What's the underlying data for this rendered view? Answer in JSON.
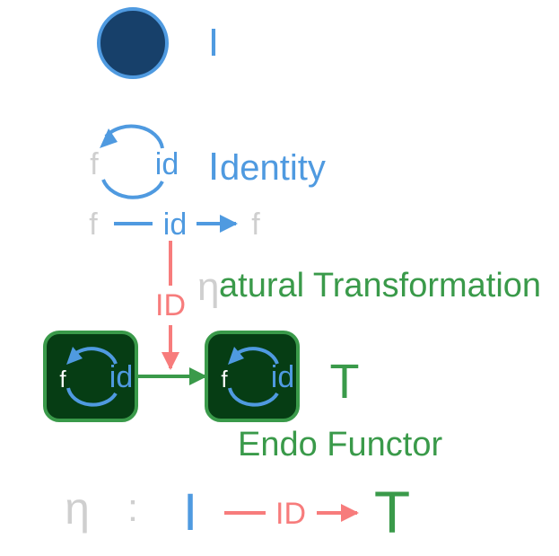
{
  "colors": {
    "blue": "#4f9ae0",
    "dark_blue_fill": "#17406a",
    "gray": "#cfcfcf",
    "salmon": "#f77c7c",
    "green": "#3a9a4a",
    "dark_green_fill": "#063d14",
    "white": "#ffffff"
  },
  "top": {
    "label": "I"
  },
  "identity": {
    "loop_source": "f",
    "loop_label": "id",
    "title_initial": "I",
    "title_rest": "dentity"
  },
  "morphism_row": {
    "source": "f",
    "label": "id",
    "target": "f"
  },
  "vertical_arrow": {
    "label": "ID"
  },
  "natural_transformation": {
    "symbol": "η",
    "title_rest": "atural Transformation"
  },
  "functor_row": {
    "box_left": {
      "source": "f",
      "label": "id"
    },
    "box_right": {
      "source": "f",
      "label": "id"
    },
    "symbol": "T",
    "subtitle": "Endo Functor"
  },
  "equation": {
    "eta": "η",
    "colon": ":",
    "source": "I",
    "arrow_label": "ID",
    "target": "T"
  }
}
